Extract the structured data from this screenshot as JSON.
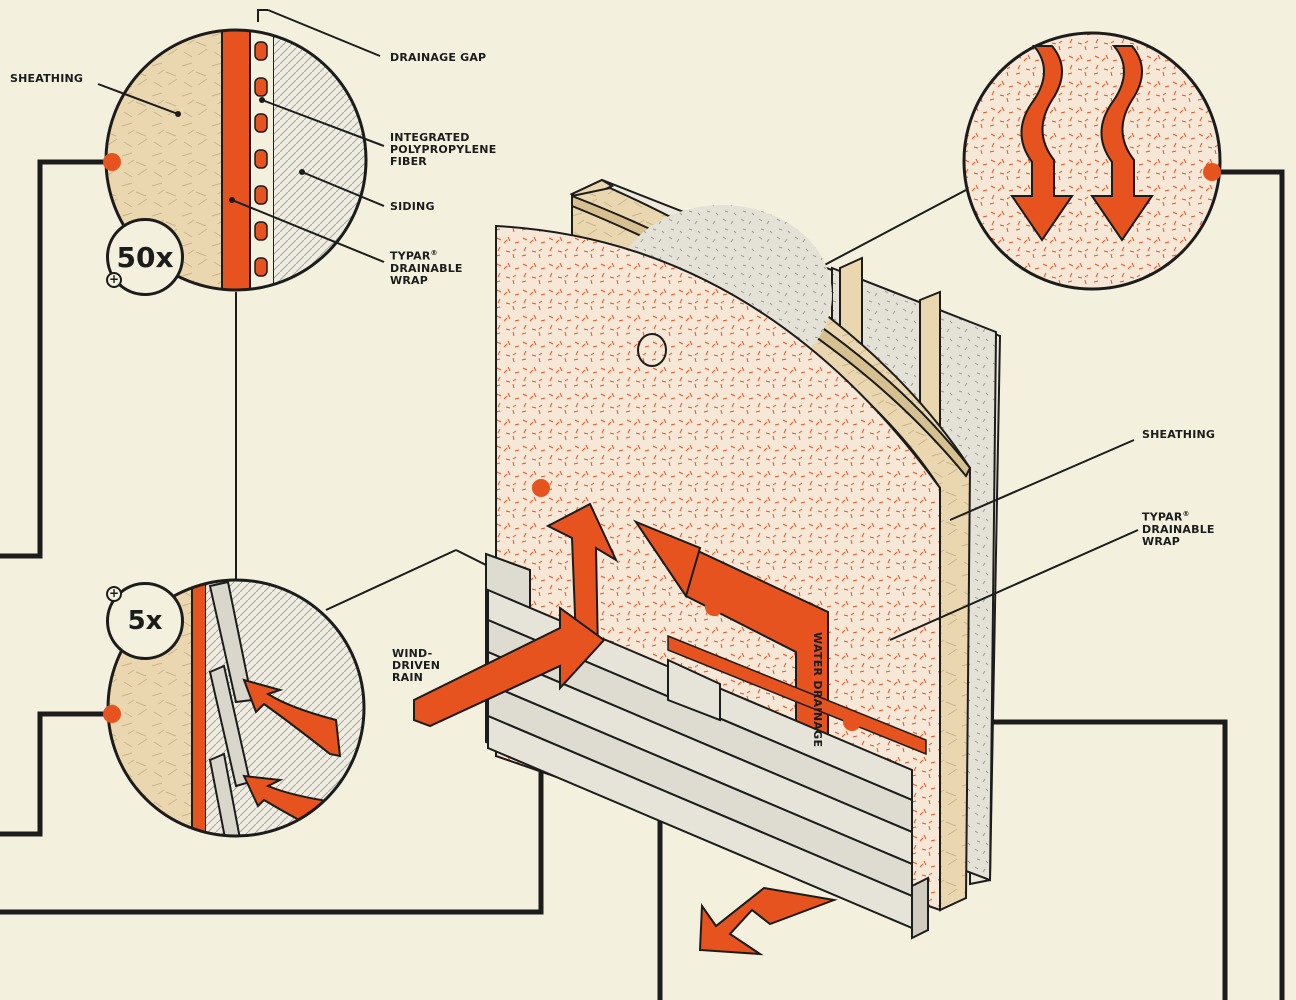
{
  "colors": {
    "background": "#f4f0de",
    "orange": "#e6531f",
    "ink": "#1c1c1c",
    "wood": "#ead7b0",
    "siding": "#d9d6cc"
  },
  "callout_top": {
    "sheathing": "SHEATHING",
    "drainage_gap": "DRAINAGE GAP",
    "fiber": [
      "INTEGRATED",
      "POLYPROPYLENE",
      "FIBER"
    ],
    "siding": "SIDING",
    "wrap": [
      "TYPAR",
      "DRAINABLE",
      "WRAP"
    ],
    "magnification": "50x"
  },
  "callout_bottom": {
    "magnification": "5x"
  },
  "main": {
    "sheathing": "SHEATHING",
    "wrap": [
      "TYPAR",
      "DRAINABLE",
      "WRAP"
    ],
    "wind_driven_rain": [
      "WIND-",
      "DRIVEN",
      "RAIN"
    ],
    "water_drainage": "WATER DRAINAGE"
  },
  "icons": [
    "magnify-plus-icon",
    "heat-wave-icon",
    "hotspot-dot-icon"
  ]
}
